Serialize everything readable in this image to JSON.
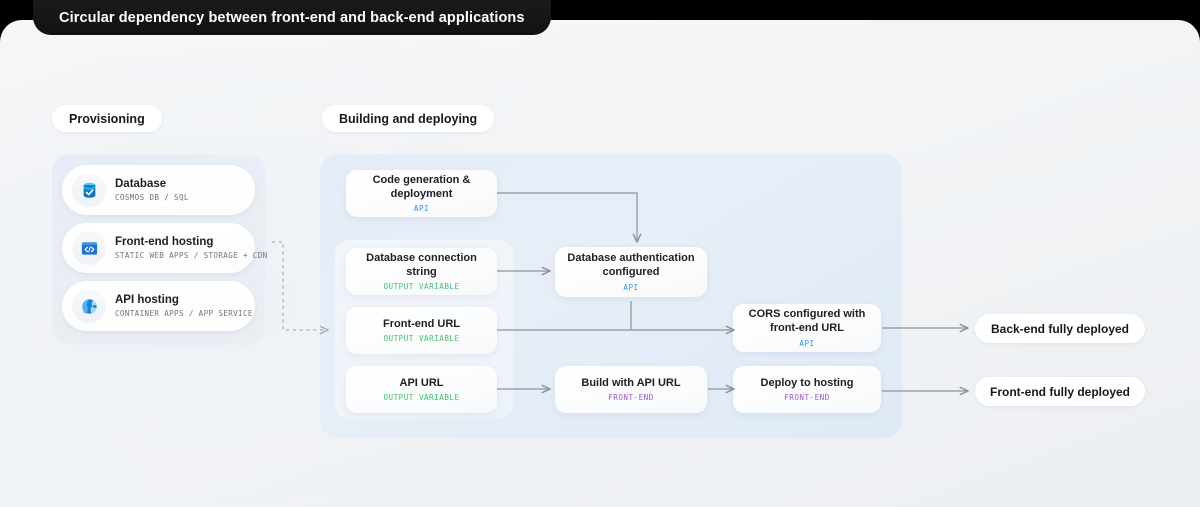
{
  "title": "Circular dependency between front-end and back-end applications",
  "sections": {
    "provisioning_label": "Provisioning",
    "building_label": "Building and deploying"
  },
  "colors": {
    "tag_api": "#2f90f5",
    "tag_output_variable": "#3ec46d",
    "tag_front_end": "#9b59d0",
    "title_pill_bg": "#141416",
    "panel_blue": "#e4edf7",
    "page_bg": "#f2f4f6",
    "arrow": "#8d939b"
  },
  "provisioning": {
    "items": [
      {
        "icon": "database-icon",
        "title": "Database",
        "subtitle": "COSMOS DB / SQL"
      },
      {
        "icon": "code-window-icon",
        "title": "Front-end hosting",
        "subtitle": "STATIC WEB APPS / STORAGE + CDN"
      },
      {
        "icon": "globe-icon",
        "title": "API hosting",
        "subtitle": "CONTAINER APPS / APP SERVICE"
      }
    ]
  },
  "flow": {
    "nodes": [
      {
        "id": "code-gen",
        "title": "Code generation & deployment",
        "tag": "API",
        "tag_kind": "api"
      },
      {
        "id": "db-conn",
        "title": "Database connection string",
        "tag": "OUTPUT VARIABLE",
        "tag_kind": "out"
      },
      {
        "id": "fe-url",
        "title": "Front-end URL",
        "tag": "OUTPUT VARIABLE",
        "tag_kind": "out"
      },
      {
        "id": "api-url",
        "title": "API URL",
        "tag": "OUTPUT VARIABLE",
        "tag_kind": "out"
      },
      {
        "id": "db-auth",
        "title": "Database authentication configured",
        "tag": "API",
        "tag_kind": "api"
      },
      {
        "id": "build-api",
        "title": "Build with API URL",
        "tag": "FRONT-END",
        "tag_kind": "fe"
      },
      {
        "id": "cors",
        "title": "CORS configured with front-end URL",
        "tag": "API",
        "tag_kind": "api"
      },
      {
        "id": "deploy-host",
        "title": "Deploy to hosting",
        "tag": "FRONT-END",
        "tag_kind": "fe"
      }
    ],
    "outcomes": [
      {
        "id": "backend-done",
        "label": "Back-end fully deployed"
      },
      {
        "id": "frontend-done",
        "label": "Front-end fully deployed"
      }
    ]
  }
}
